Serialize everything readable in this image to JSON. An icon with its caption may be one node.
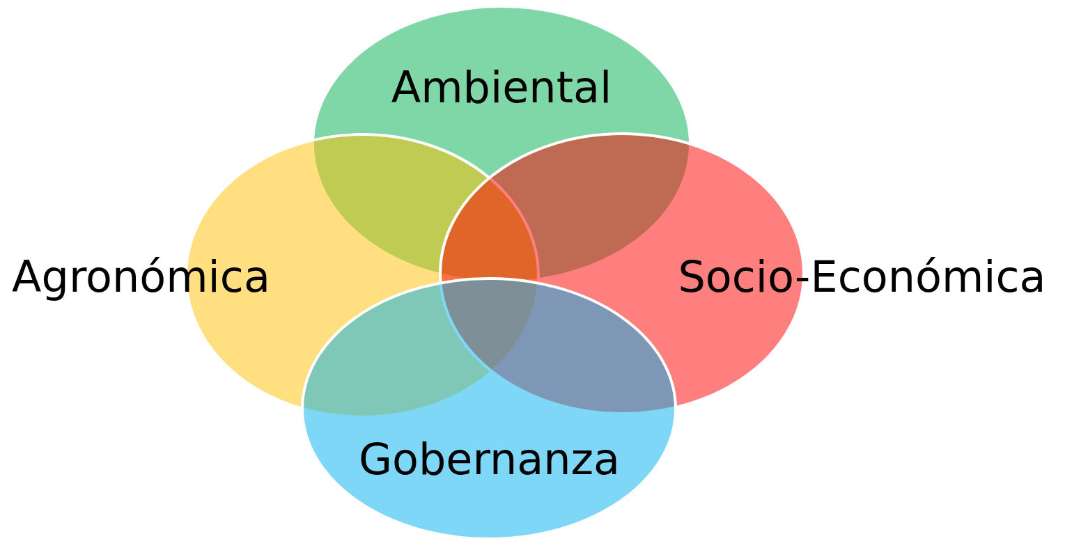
{
  "diagram": {
    "nodes": [
      {
        "text": [
          "Ambiental"
        ]
      },
      {
        "text": [
          "Agronómica"
        ]
      },
      {
        "text": [
          "Socio-Económica"
        ]
      },
      {
        "text": [
          "Gobernanza"
        ]
      }
    ]
  }
}
